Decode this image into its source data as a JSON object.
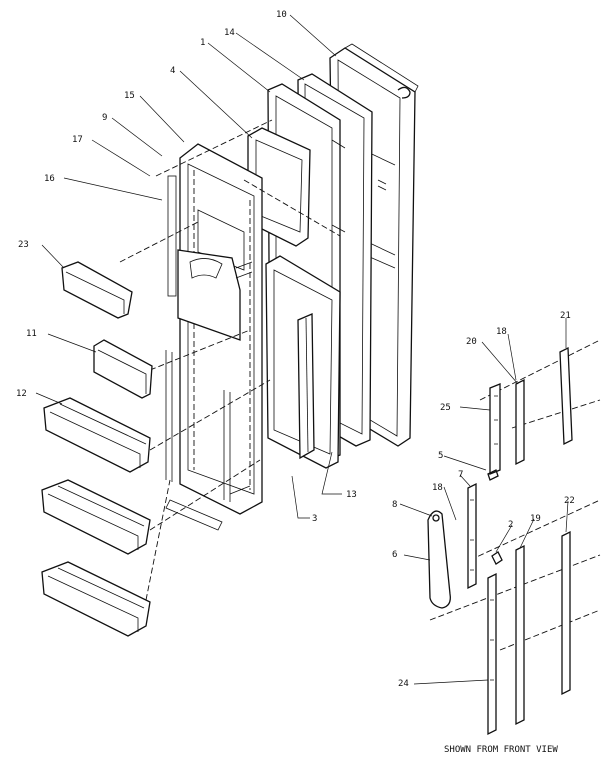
{
  "diagram": {
    "caption": "SHOWN FROM FRONT VIEW",
    "callouts": {
      "c10": "10",
      "c14": "14",
      "c1": "1",
      "c4": "4",
      "c15": "15",
      "c9": "9",
      "c17": "17",
      "c16": "16",
      "c23": "23",
      "c11": "11",
      "c12": "12",
      "c3": "3",
      "c13": "13",
      "c21": "21",
      "c18a": "18",
      "c20": "20",
      "c25": "25",
      "c5": "5",
      "c7": "7",
      "c18b": "18",
      "c8": "8",
      "c2": "2",
      "c19": "19",
      "c22": "22",
      "c6": "6",
      "c24": "24"
    }
  }
}
